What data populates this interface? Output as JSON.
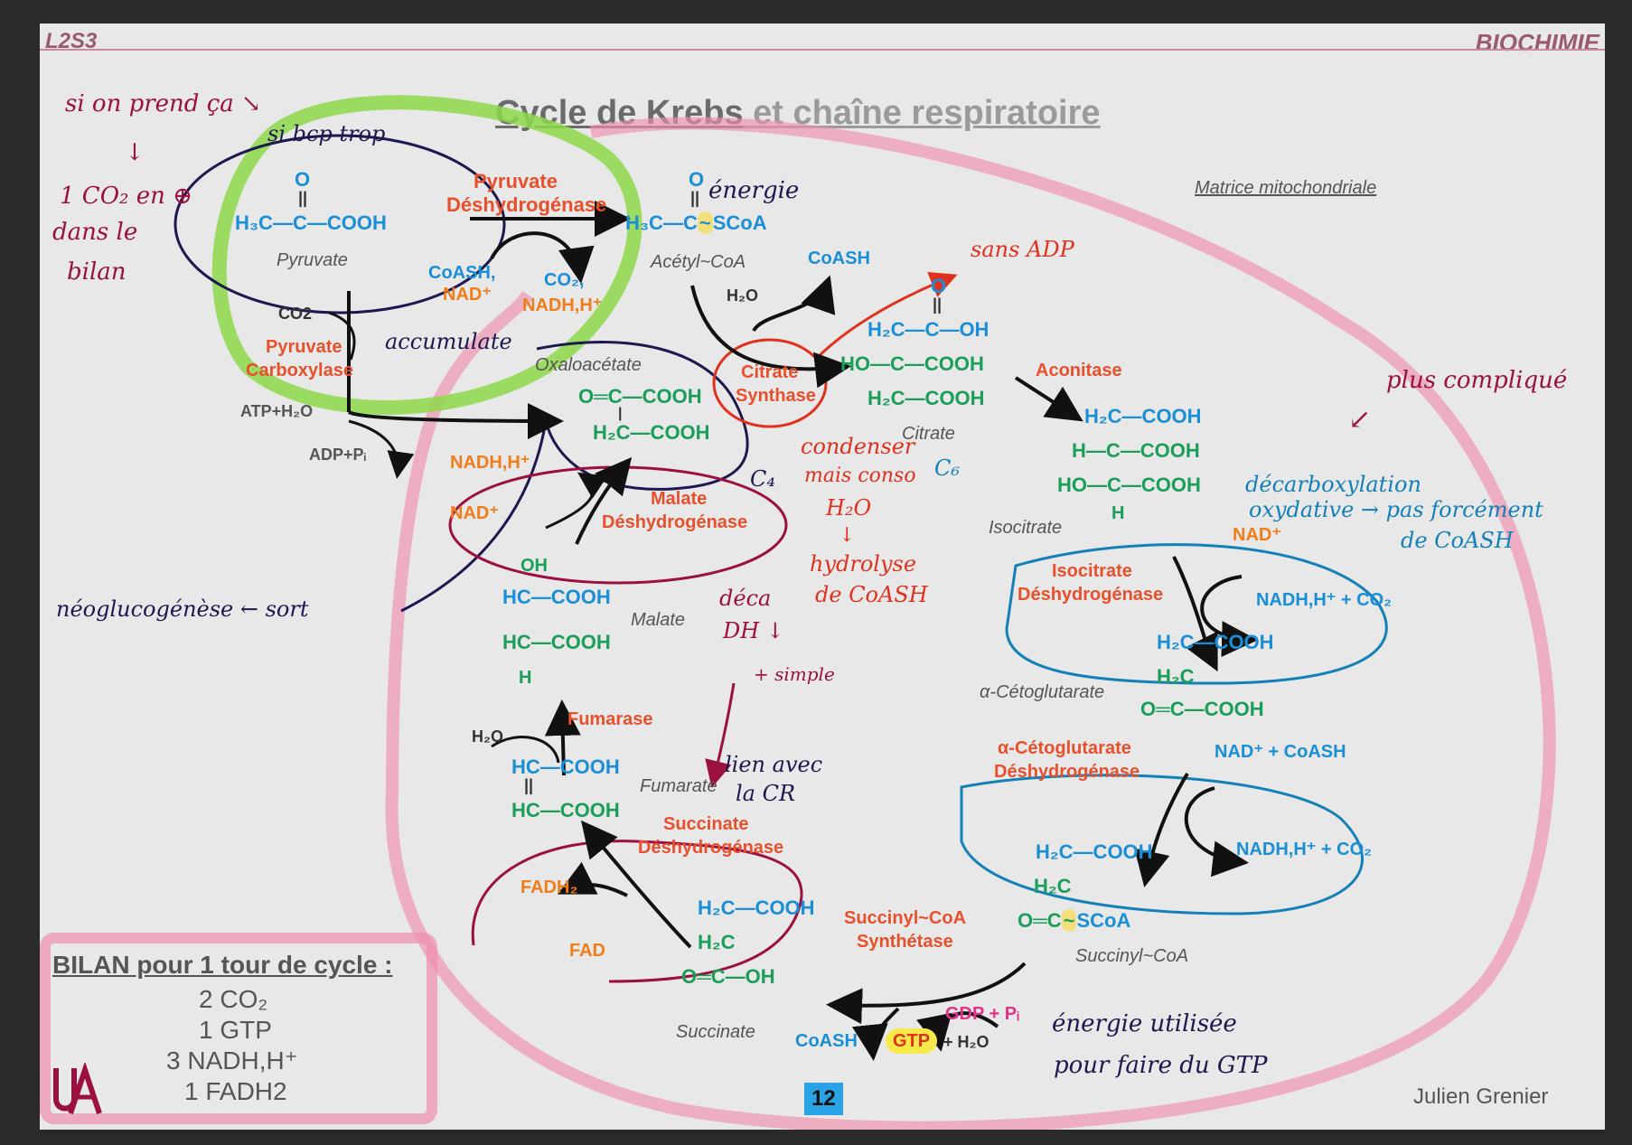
{
  "header": {
    "left": "L2S3",
    "right": "BIOCHIMIE"
  },
  "title": {
    "main": "Cycle de Krebs",
    "rest": " et chaîne respiratoire"
  },
  "matrix_label": "Matrice mitochondriale",
  "page_number": "12",
  "author": "Julien Grenier",
  "bilan": {
    "title": "BILAN pour 1 tour de cycle :",
    "lines": [
      "2 CO₂",
      "1 GTP",
      "3 NADH,H⁺",
      "1 FADH2"
    ]
  },
  "compounds": {
    "pyruvate": "Pyruvate",
    "acetyl_coa": "Acétyl~CoA",
    "oxaloacetate": "Oxaloacétate",
    "citrate": "Citrate",
    "isocitrate": "Isocitrate",
    "alpha_ketoglutarate": "α-Cétoglutarate",
    "succinyl_coa": "Succinyl~CoA",
    "succinate": "Succinate",
    "fumarate": "Fumarate",
    "malate": "Malate"
  },
  "enzymes": {
    "pdh": [
      "Pyruvate",
      "Déshydrogénase"
    ],
    "pc": [
      "Pyruvate",
      "Carboxylase"
    ],
    "cs": [
      "Citrate",
      "Synthase"
    ],
    "aconitase": "Aconitase",
    "idh": [
      "Isocitrate",
      "Déshydrogénase"
    ],
    "akgdh": [
      "α-Cétoglutarate",
      "Déshydrogénase"
    ],
    "scs": [
      "Succinyl~CoA",
      "Synthétase"
    ],
    "sdh": [
      "Succinate",
      "Déshydrogénase"
    ],
    "fumarase": "Fumarase",
    "mdh": [
      "Malate",
      "Déshydrogénase"
    ]
  },
  "cofactors": {
    "coash_nad": [
      "CoASH,",
      "NAD⁺"
    ],
    "co2_nadh": [
      "CO₂,",
      "NADH,H⁺"
    ],
    "coash": "CoASH",
    "h2o": "H₂O",
    "co2": "CO2",
    "atp_h2o": "ATP+H₂O",
    "adp_pi": "ADP+Pᵢ",
    "nad_plus": "NAD⁺",
    "nadh_h": "NADH,H⁺",
    "nadh_h_co2": "NADH,H⁺ + CO₂",
    "nad_coash": "NAD⁺ + CoASH",
    "fadh2": "FADH₂",
    "fad": "FAD",
    "gdp_pi": "GDP + Pᵢ",
    "gtp": "GTP",
    "plus_h2o": "+ H₂O"
  },
  "formulas": {
    "pyr": [
      "O",
      "||",
      "H₃C—C—COOH"
    ],
    "acoa": [
      "O",
      "||",
      "H₃C—C",
      "~",
      "SCoA"
    ],
    "oaa": [
      "O═C—COOH",
      "|",
      "H₂C—COOH"
    ],
    "cit": [
      "O",
      "||",
      "H₂C—C—OH",
      "HO—C—COOH",
      "H₂C—COOH"
    ],
    "iso": [
      "H₂C—COOH",
      "H—C—COOH",
      "HO—C—COOH",
      "H"
    ],
    "akg": [
      "H₂C—COOH",
      "H₂C",
      "O═C—COOH"
    ],
    "scoa": [
      "H₂C—COOH",
      "H₂C",
      "O═C",
      "~",
      "SCoA"
    ],
    "succ": [
      "H₂C—COOH",
      "H₂C",
      "O═C—OH"
    ],
    "fum": [
      "HC—COOH",
      "||",
      "HC—COOH"
    ],
    "mal": [
      "OH",
      "HC—COOH",
      "HC—COOH",
      "H"
    ]
  },
  "notes": {
    "si_on_prend": "si on prend ça ↘",
    "down_arrow": "↓",
    "co2_bilan": [
      "1 CO₂ en ⊕",
      "dans le",
      "bilan"
    ],
    "si_bcp_trop": "si bcp trop",
    "accumulate": "accumulate",
    "energie": "énergie",
    "sans_adp": "sans ADP",
    "condenser": [
      "condenser",
      "mais conso",
      "H₂O",
      "↓",
      "hydrolyse",
      "de CoASH"
    ],
    "c4": "C₄",
    "c6": "C₆",
    "plus_complique": "plus compliqué",
    "arrow_sw": "↙",
    "decarbox": [
      "décarboxylation",
      "oxydative → pas forcément",
      "de CoASH"
    ],
    "neoglucogenese": "néoglucogénèse ← sort",
    "deca": [
      "déca",
      "DH ↓",
      "+ simple"
    ],
    "lien": [
      "lien avec",
      "la CR"
    ],
    "energie_utilisee": [
      "énergie utilisée",
      "pour faire du GTP"
    ]
  }
}
